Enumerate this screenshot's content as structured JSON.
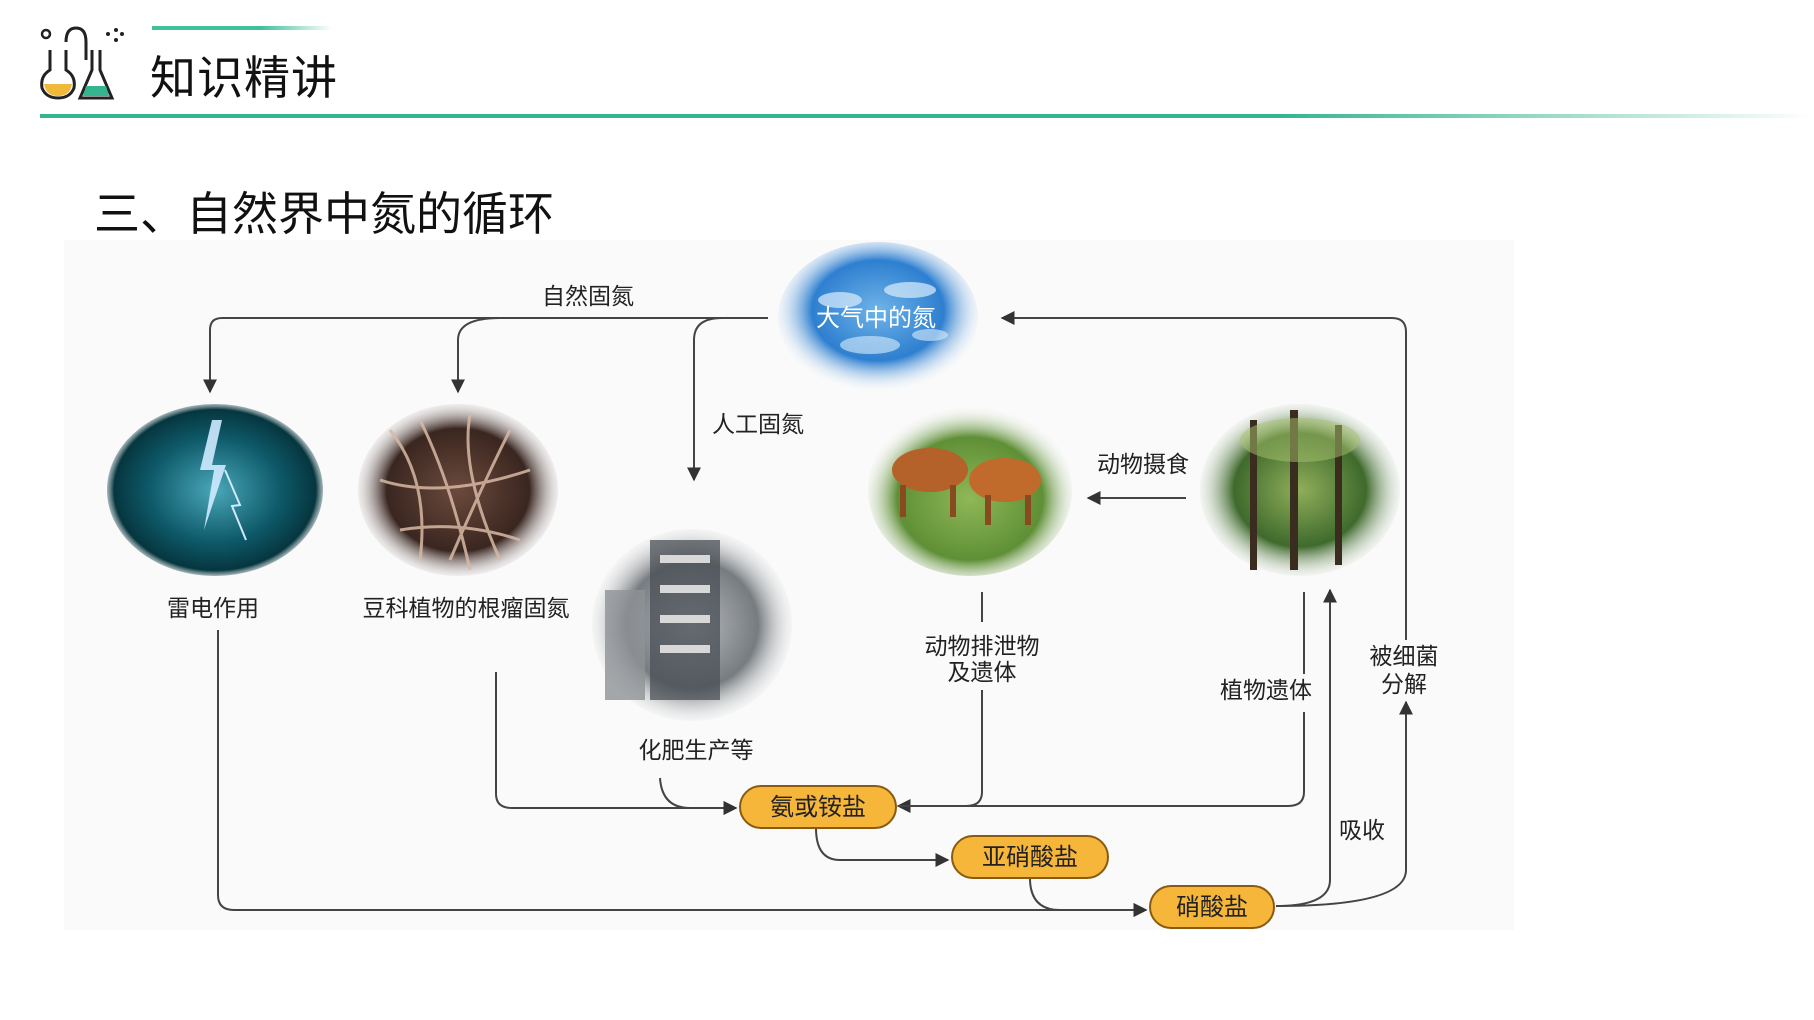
{
  "header": {
    "title": "知识精讲",
    "icon": "flask-icon",
    "accent_color": "#35b58f"
  },
  "section": {
    "title": "三、自然界中氮的循环"
  },
  "diagram": {
    "nodes": {
      "atmosphere": "大气中的氮",
      "lightning": "雷电作用",
      "legume": "豆科植物的根瘤固氮",
      "factory": "化肥生产等",
      "animals": "动物排泄物及遗体",
      "animals_line1": "动物排泄物",
      "animals_line2": "及遗体",
      "plants": "植物遗体",
      "bacteria_line1": "被细菌",
      "bacteria_line2": "分解"
    },
    "edges": {
      "natural_fixation": "自然固氮",
      "artificial_fixation": "人工固氮",
      "animal_eating": "动物摄食",
      "absorption": "吸收"
    },
    "compounds": {
      "ammonia": "氨或铵盐",
      "nitrite": "亚硝酸盐",
      "nitrate": "硝酸盐"
    },
    "pill_color": "#f5b63a",
    "pill_border": "#8a5a10"
  }
}
